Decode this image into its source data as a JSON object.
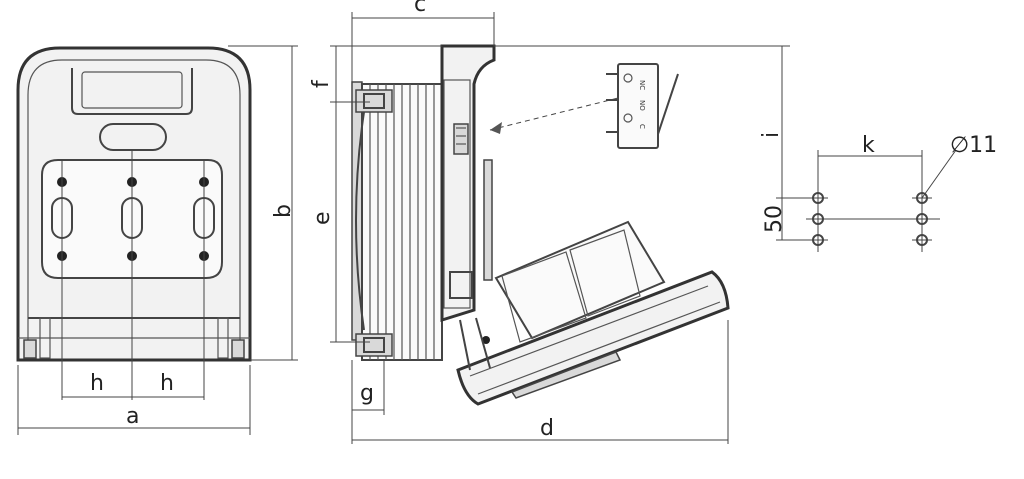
{
  "dimensions": {
    "a": "a",
    "b": "b",
    "c": "c",
    "d": "d",
    "e": "e",
    "f": "f",
    "g": "g",
    "h_left": "h",
    "h_right": "h",
    "i": "i",
    "k": "k",
    "spacing": "50",
    "hole_diameter": "∅11"
  },
  "microswitch_labels": {
    "top": "NC",
    "mid": "NO",
    "bottom": "C"
  }
}
